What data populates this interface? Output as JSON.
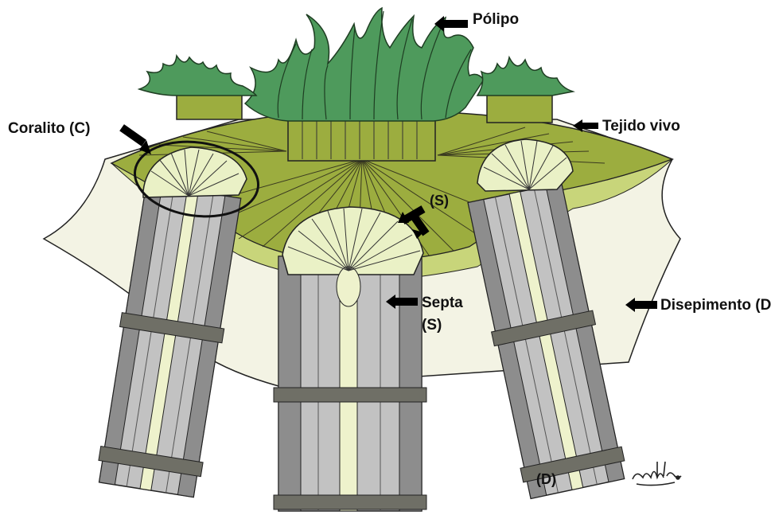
{
  "labels": {
    "polyp": "Pólipo",
    "living_tissue": "Tejido vivo",
    "corallite": "Coralito (C)",
    "septa_marker": "(S)",
    "septa_line1": "Septa",
    "septa_line2": "(S)",
    "dissepiment": "Disepimento (D)",
    "dissepiment_marker": "(D)"
  },
  "signature": "ngdd.",
  "colors": {
    "polyp_green": "#4e9a5c",
    "polyp_dark": "#2f6b3c",
    "tissue_olive": "#9cad3f",
    "tissue_light": "#c8d57a",
    "skeleton_cream": "#f3f3e4",
    "septa_pale": "#eaf1c6",
    "column_gray": "#c2c2c2",
    "column_dark": "#8d8d8d",
    "band_gray": "#6f6f66",
    "core_yellow": "#eef2cc"
  }
}
